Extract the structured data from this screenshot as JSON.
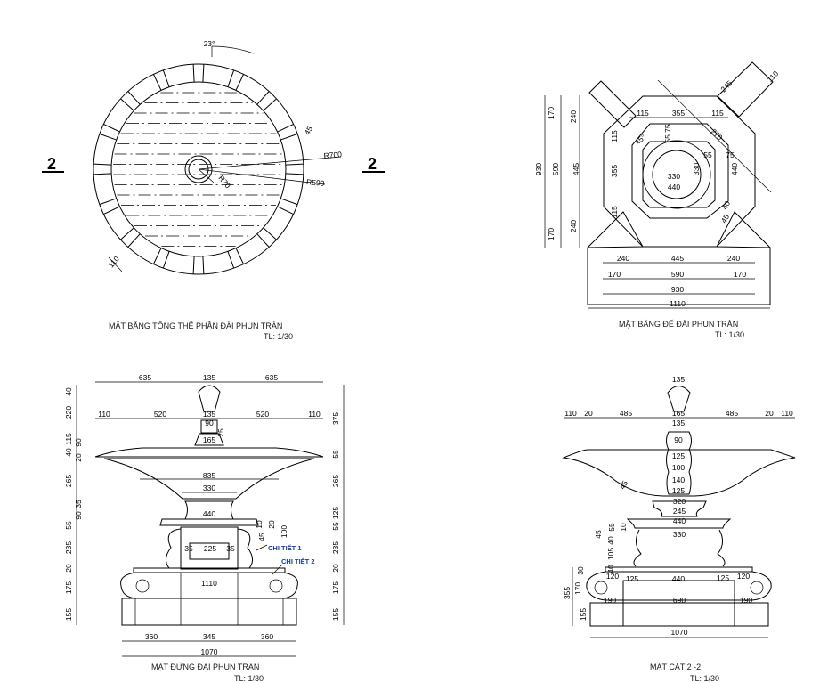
{
  "section_marker": "2",
  "plan_overall": {
    "title": "MẶT BẰNG TỔNG THỂ PHẦN ĐÀI PHUN TRÀN",
    "scale": "TL: 1/30",
    "labels": [
      "23°",
      "45",
      "R700",
      "R590",
      "R70",
      "110"
    ]
  },
  "plan_base": {
    "title": "MẶT BẰNG ĐẾ ĐÀI PHUN TRÀN",
    "scale": "TL: 1/30",
    "labels": [
      "170",
      "240",
      "930",
      "590",
      "445",
      "170",
      "240",
      "115",
      "355",
      "115",
      "115",
      "355",
      "115",
      "55.75",
      "45°",
      "270",
      "55",
      "75",
      "330",
      "440",
      "330",
      "440",
      "40",
      "45",
      "245",
      "110",
      "240",
      "445",
      "240",
      "170",
      "590",
      "170",
      "930",
      "1110"
    ]
  },
  "elevation": {
    "title": "MẶT ĐỨNG ĐÀI PHUN TRÀN",
    "scale": "TL: 1/30",
    "callouts": [
      "CHI TIẾT 1",
      "CHI TIẾT 2"
    ],
    "labels": [
      "635",
      "135",
      "635",
      "40",
      "220",
      "115",
      "90",
      "40",
      "20",
      "265",
      "35",
      "90",
      "55",
      "235",
      "20",
      "175",
      "155",
      "110",
      "520",
      "135",
      "520",
      "110",
      "90",
      "25",
      "165",
      "375",
      "55",
      "265",
      "125",
      "55",
      "235",
      "20",
      "175",
      "155",
      "835",
      "330",
      "440",
      "10",
      "20",
      "45",
      "100",
      "35",
      "225",
      "35",
      "1110",
      "360",
      "345",
      "360",
      "1070"
    ]
  },
  "section": {
    "title": "MẶT CẮT 2 -2",
    "scale": "TL: 1/30",
    "labels": [
      "135",
      "110",
      "20",
      "485",
      "165",
      "485",
      "20",
      "110",
      "135",
      "90",
      "125",
      "100",
      "140",
      "125",
      "45",
      "320",
      "245",
      "440",
      "330",
      "55",
      "10",
      "45",
      "40",
      "105",
      "40",
      "30",
      "120",
      "125",
      "440",
      "125",
      "120",
      "170",
      "355",
      "190",
      "690",
      "190",
      "155",
      "1070"
    ]
  }
}
